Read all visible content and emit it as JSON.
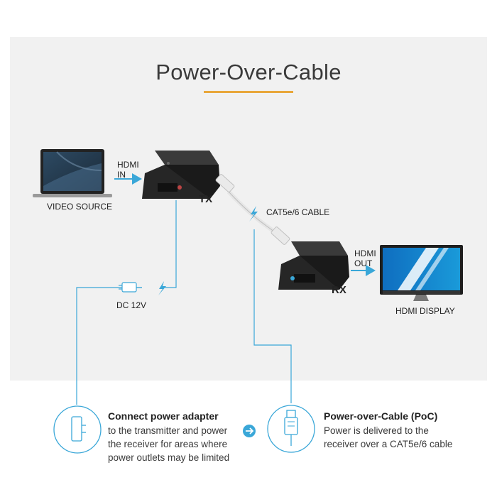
{
  "title": "Power-Over-Cable",
  "labels": {
    "hdmi_in": "HDMI\nIN",
    "video_source": "VIDEO SOURCE",
    "tx": "TX",
    "cable": "CAT5e/6 CABLE",
    "hdmi_out": "HDMI\nOUT",
    "rx": "RX",
    "hdmi_display": "HDMI DISPLAY",
    "dc": "DC 12V"
  },
  "features": [
    {
      "icon": "power-adapter-icon",
      "heading": "Connect power adapter",
      "lines": [
        "to the transmitter and power",
        "the receiver for areas where",
        "power outlets may be limited"
      ]
    },
    {
      "icon": "ethernet-plug-icon",
      "heading": "Power-over-Cable (PoC)",
      "lines": [
        "Power is delivered to the",
        "receiver over a CAT5e/6 cable"
      ]
    }
  ],
  "colors": {
    "accent": "#3aa7d8",
    "title_rule": "#e9a73b",
    "device": "#2b2b2b",
    "background_panel": "#f1f1f1"
  }
}
